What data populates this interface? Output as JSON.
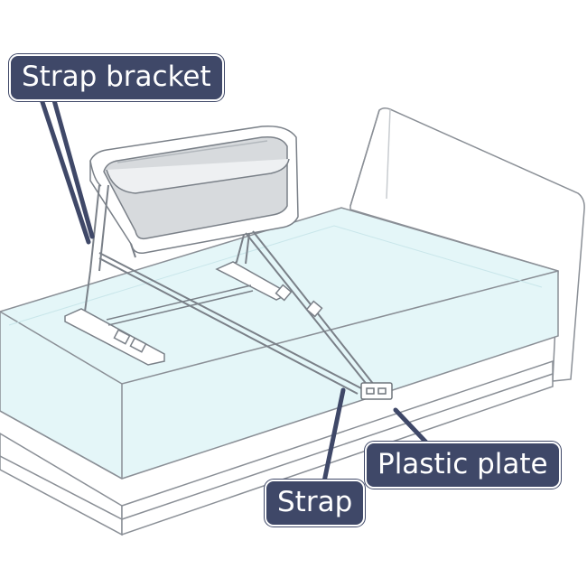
{
  "labels": {
    "strap_bracket": "Strap bracket",
    "plastic_plate": "Plastic plate",
    "strap": "Strap"
  },
  "colors": {
    "label_bg": "#3f4868",
    "label_text": "#ffffff",
    "mattress_fill": "#e4f6f8",
    "line": "#7a8088"
  }
}
